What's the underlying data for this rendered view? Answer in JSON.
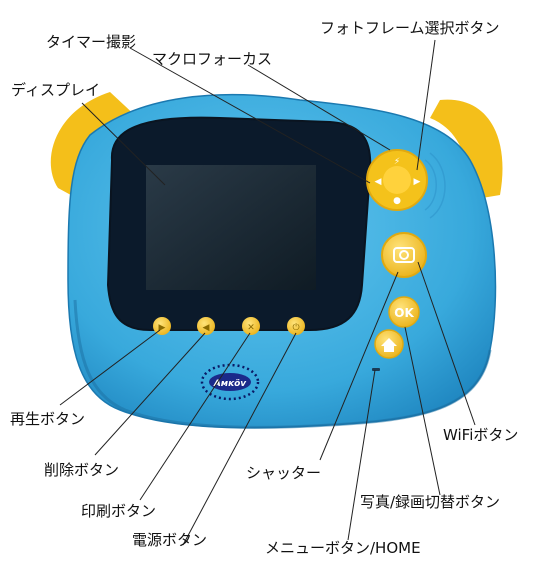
{
  "brand": "Aмĸöv",
  "labels": {
    "timer": "タイマー撮影",
    "frame": "フォトフレーム選択ボタン",
    "macro": "マクロフォーカス",
    "display": "ディスプレイ",
    "playback": "再生ボタン",
    "delete": "削除ボタン",
    "print": "印刷ボタン",
    "power": "電源ボタン",
    "shutter": "シャッター",
    "wifi": "WiFiボタン",
    "mode": "写真/録画切替ボタン",
    "menu": "メニューボタン/HOME"
  },
  "buttons": {
    "ok": "OK"
  },
  "colors": {
    "body": "#3aaee0",
    "body_dark": "#1f86c0",
    "ears": "#f4bf1a",
    "buttons": "#f6c724",
    "screen_frame": "#0b1a2b",
    "screen": "#1a2833"
  }
}
